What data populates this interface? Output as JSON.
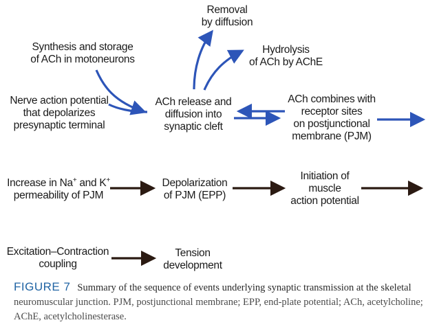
{
  "colors": {
    "blue_arrow": "#2d55b8",
    "black_arrow": "#2b1a12",
    "caption_label": "#1f63a3"
  },
  "nodes": {
    "removal": [
      "Removal",
      "by diffusion"
    ],
    "synthesis": [
      "Synthesis and storage",
      "of ACh in motoneurons"
    ],
    "hydrolysis": [
      "Hydrolysis",
      "of ACh by AChE"
    ],
    "nerve": [
      "Nerve action potential",
      "that depolarizes",
      "presynaptic terminal"
    ],
    "release": [
      "ACh release and",
      "diffusion into",
      "synaptic cleft"
    ],
    "combines": [
      "ACh combines with",
      "receptor sites",
      "on postjunctional",
      "membrane (PJM)"
    ],
    "permeability_line1_pre": "Increase in Na",
    "permeability_sup1": "+",
    "permeability_mid": " and K",
    "permeability_sup2": "+",
    "permeability_line2": "permeability of PJM",
    "depolarization": [
      "Depolarization",
      "of PJM (EPP)"
    ],
    "initiation": [
      "Initiation of",
      "muscle",
      "action potential"
    ],
    "excitation": [
      "Excitation–Contraction",
      "coupling"
    ],
    "tension": [
      "Tension",
      "development"
    ]
  },
  "caption": {
    "label": "FIGURE 7",
    "line1": "Summary of the sequence of events underlying synaptic transmission at the skeletal",
    "line2": "neuromuscular junction. PJM, postjunctional membrane; EPP, end-plate potential; ACh, acetylcholine;",
    "line3": "AChE, acetylcholinesterase."
  }
}
